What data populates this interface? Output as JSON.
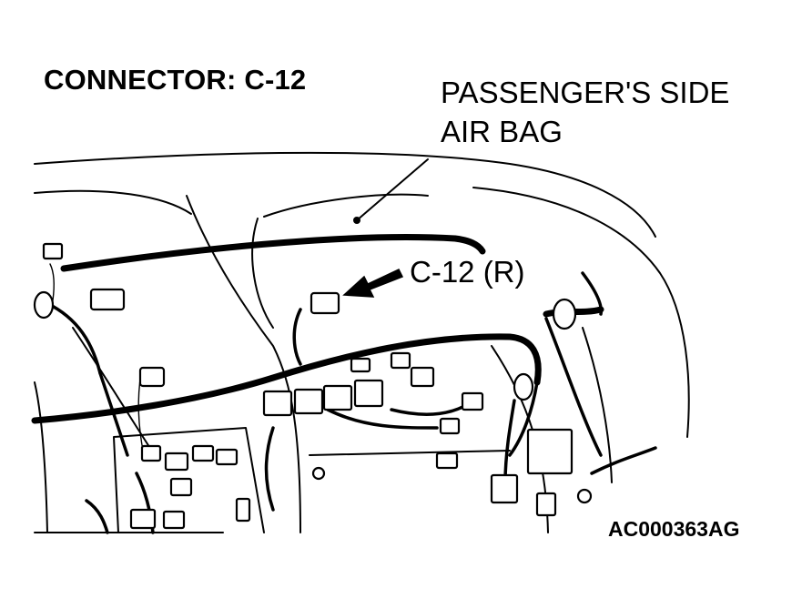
{
  "diagram": {
    "title": "CONNECTOR: C-12",
    "component_label_line1": "PASSENGER'S SIDE",
    "component_label_line2": "AIR BAG",
    "connector_callout": "C-12 (R)",
    "figure_id": "AC000363AG"
  },
  "colors": {
    "ink": "#000000",
    "background": "#ffffff"
  }
}
